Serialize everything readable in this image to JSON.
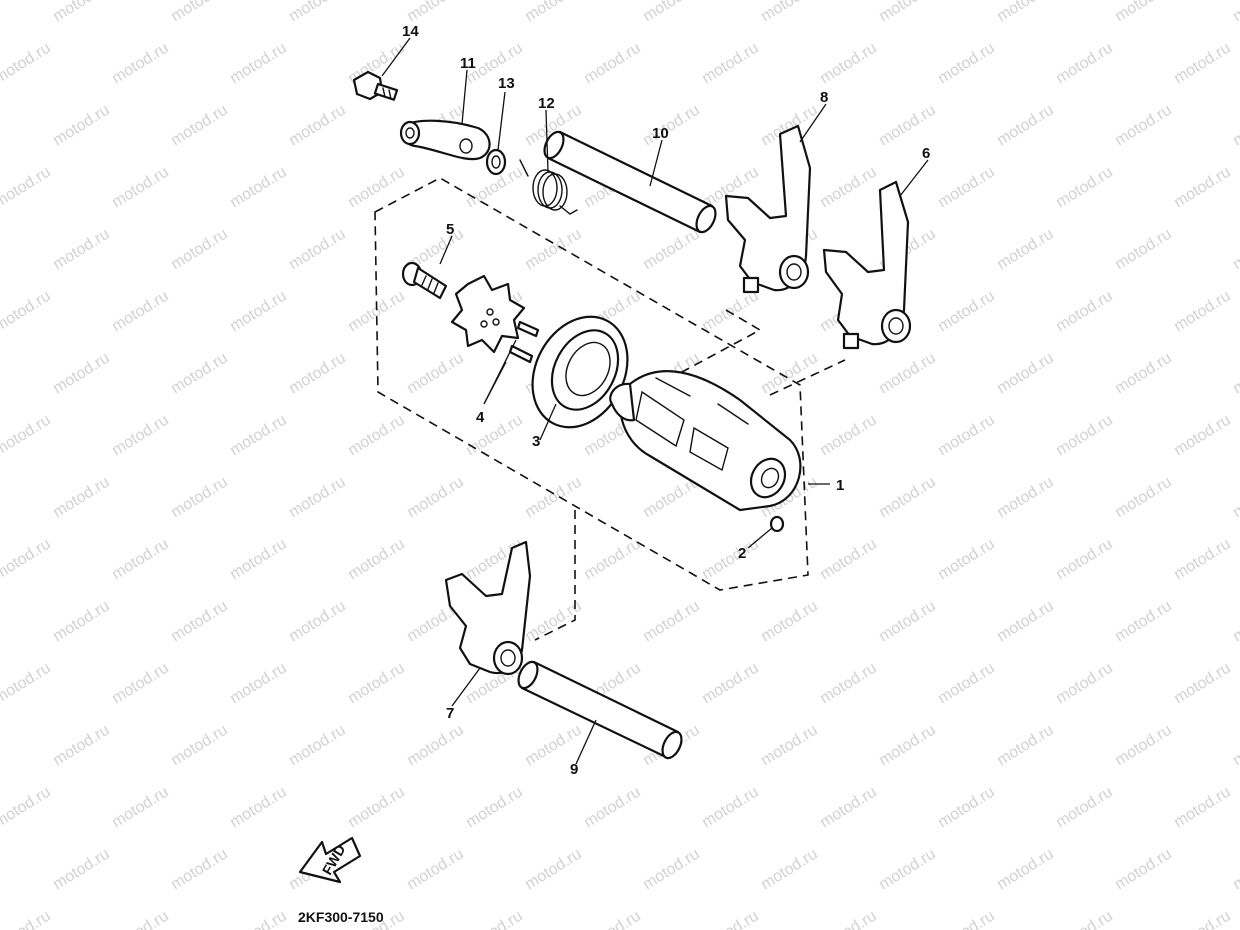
{
  "watermark": "motod.ru",
  "callouts": [
    "1",
    "2",
    "3",
    "4",
    "5",
    "6",
    "7",
    "8",
    "9",
    "10",
    "11",
    "12",
    "13",
    "14"
  ],
  "fwd_label": "FWD",
  "diagram_code": "2KF300-7150"
}
